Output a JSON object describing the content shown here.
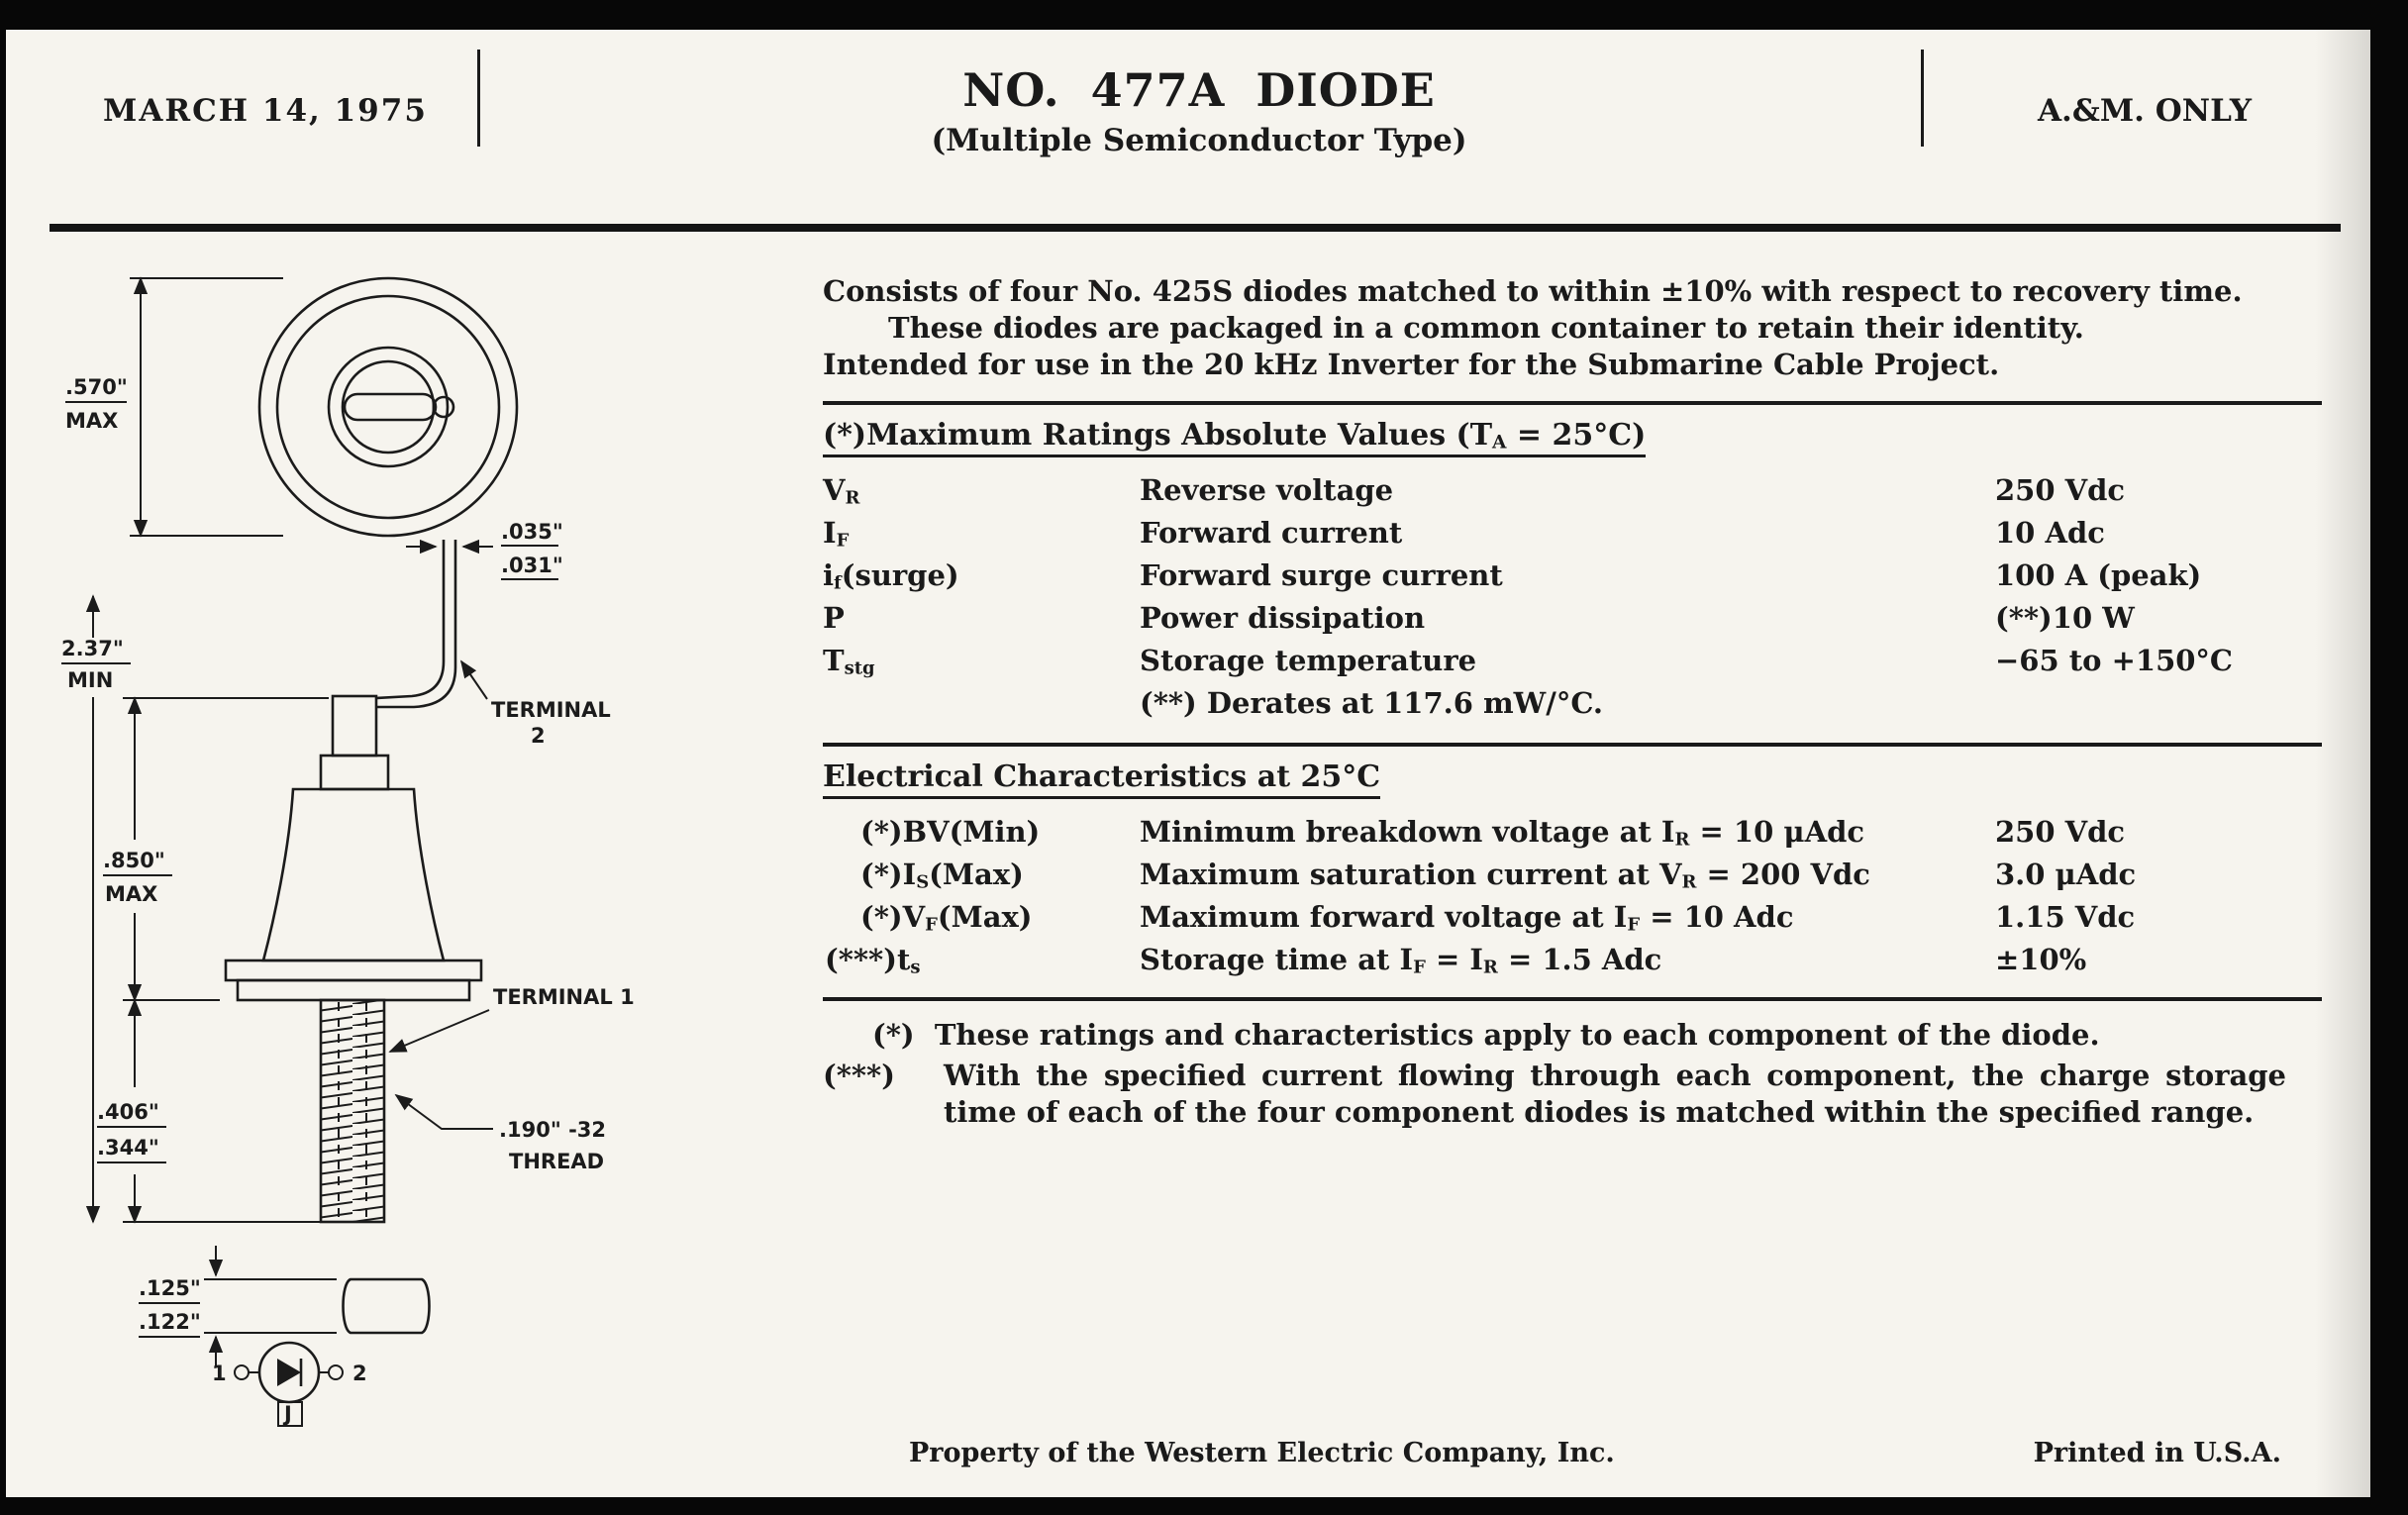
{
  "header": {
    "date": "MARCH 14, 1975",
    "title": "NO. 477A DIODE",
    "subtitle": "(Multiple Semiconductor Type)",
    "classification": "A.&M. ONLY"
  },
  "intro": {
    "line1": "Consists of four No. 425S diodes matched to within ±10% with respect to recovery time.",
    "line2": "These diodes are packaged in a common container to retain their identity.",
    "line3": "Intended for use in the 20 kHz Inverter for the Submarine Cable Project."
  },
  "max_ratings": {
    "heading_html": "(*)Maximum Ratings Absolute Values (T<sub>A</sub> = 25°C)",
    "rows": [
      {
        "symbol_html": "V<sub>R</sub>",
        "description": "Reverse voltage",
        "value": "250 Vdc"
      },
      {
        "symbol_html": "I<sub>F</sub>",
        "description": "Forward current",
        "value": "10 Adc"
      },
      {
        "symbol_html": "i<sub>f</sub>(surge)",
        "description": "Forward surge current",
        "value": "100 A (peak)"
      },
      {
        "symbol_html": "P",
        "description": "Power dissipation",
        "value": "(**)10 W"
      },
      {
        "symbol_html": "T<sub>stg</sub>",
        "description": "Storage temperature",
        "value": "−65 to +150°C"
      }
    ],
    "footnote": "(**) Derates at 117.6 mW/°C."
  },
  "electrical": {
    "heading": "Electrical Characteristics at 25°C",
    "rows": [
      {
        "symbol_html": "(*)BV(Min)",
        "description_html": "Minimum breakdown voltage at I<sub>R</sub> = 10 μAdc",
        "value": "250 Vdc"
      },
      {
        "symbol_html": "(*)I<sub>S</sub>(Max)",
        "description_html": "Maximum saturation current at V<sub>R</sub> = 200 Vdc",
        "value": "3.0 μAdc"
      },
      {
        "symbol_html": "(*)V<sub>F</sub>(Max)",
        "description_html": "Maximum forward voltage at I<sub>F</sub> = 10 Adc",
        "value": "1.15 Vdc"
      },
      {
        "symbol_html": "(***)t<sub>s</sub>",
        "description_html": "Storage time at I<sub>F</sub> = I<sub>R</sub> = 1.5 Adc",
        "value": "±10%"
      }
    ]
  },
  "notes": [
    {
      "marker": "(*)",
      "text": "These ratings and characteristics apply to each component of the diode."
    },
    {
      "marker": "(***)",
      "text": "With the specified current flowing through each component, the charge storage time of each of the four component diodes is matched within the specified range."
    }
  ],
  "footer": {
    "property": "Property of the Western Electric Company, Inc.",
    "printed": "Printed in U.S.A."
  },
  "drawing": {
    "d570": {
      "v1": ".570\"",
      "v2": "MAX"
    },
    "dwire": {
      "v1": ".035\"",
      "v2": ".031\""
    },
    "dlen": {
      "v1": "2.37\"",
      "v2": "MIN"
    },
    "term2": {
      "l1": "TERMINAL",
      "l2": "2"
    },
    "dbody": {
      "v1": ".850\"",
      "v2": "MAX"
    },
    "term1": "TERMINAL 1",
    "dstud": {
      "v1": ".406\"",
      "v2": ".344\""
    },
    "thread": {
      "l1": ".190\" -32",
      "l2": "THREAD"
    },
    "dslug": {
      "v1": ".125\"",
      "v2": ".122\""
    },
    "sch": {
      "n1": "1",
      "n2": "2",
      "j": "J"
    }
  }
}
